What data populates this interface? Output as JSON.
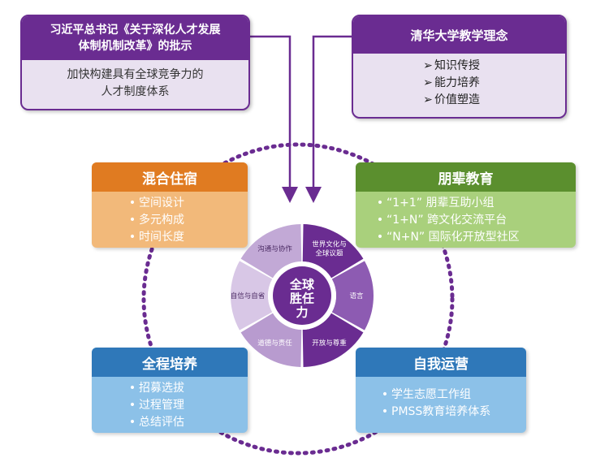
{
  "top_left": {
    "title_line1": "习近平总书记《关于深化人才发展",
    "title_line2": "体制机制改革》的批示",
    "body_line1": "加快构建具有全球竞争力的",
    "body_line2": "人才制度体系"
  },
  "top_right": {
    "title": "清华大学教学理念",
    "items": [
      "知识传授",
      "能力培养",
      "价值塑造"
    ]
  },
  "boxes": {
    "mixed": {
      "title": "混合住宿",
      "items": [
        "空间设计",
        "多元构成",
        "时间长度"
      ]
    },
    "peer": {
      "title": "朋辈教育",
      "items": [
        "“1+1” 朋辈互助小组",
        "“1+N” 跨文化交流平台",
        "“N+N” 国际化开放型社区"
      ]
    },
    "whole": {
      "title": "全程培养",
      "items": [
        "招募选拔",
        "过程管理",
        "总结评估"
      ]
    },
    "self": {
      "title": "自我运营",
      "items": [
        "学生志愿工作组",
        "PMSS教育培养体系"
      ]
    }
  },
  "wheel": {
    "center": [
      "全球",
      "胜任",
      "力"
    ],
    "segments": [
      "世界文化与全球议题",
      "语言",
      "开放与尊重",
      "道德与责任",
      "自信与自省",
      "沟通与协作"
    ]
  },
  "colors": {
    "purple_dark": "#6a2c91",
    "purple_light": "#e9e1f0",
    "orange": "#e07b21",
    "orange_light": "#f2b97a",
    "green": "#5b8f2e",
    "green_light": "#a9d07c",
    "blue": "#2f78b9",
    "blue_light": "#8cc1e8"
  }
}
